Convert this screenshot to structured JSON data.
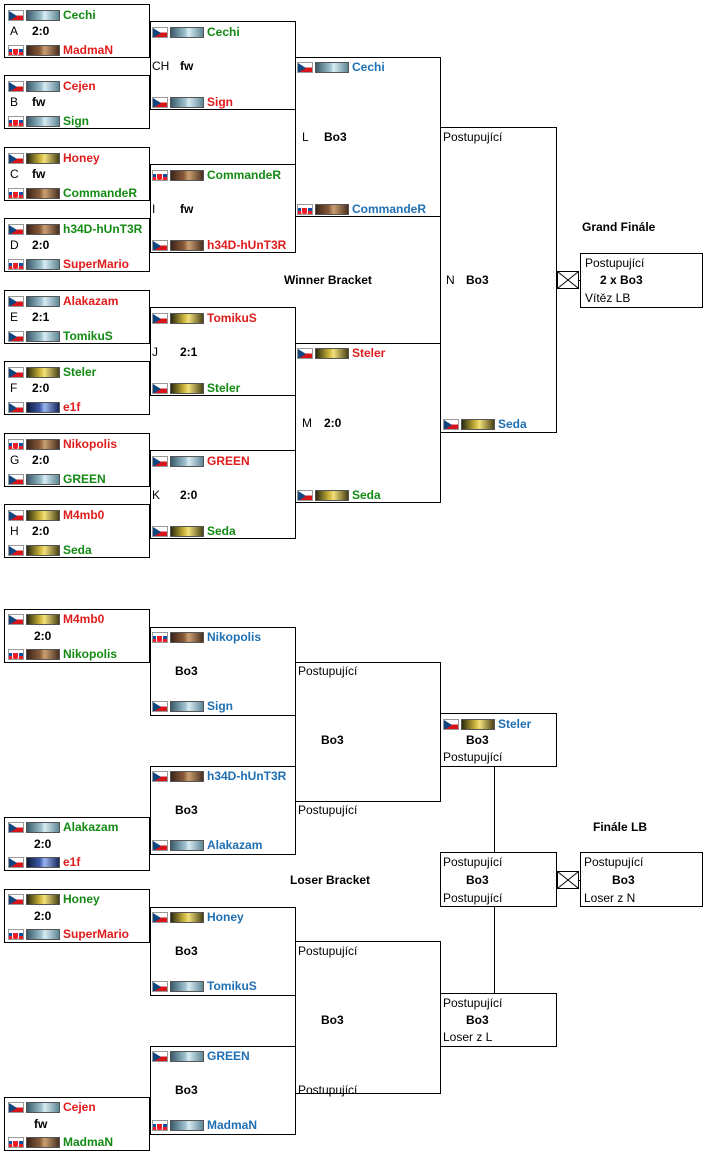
{
  "titles": {
    "grand_finale": "Grand Finále",
    "winner_bracket": "Winner Bracket",
    "loser_bracket": "Loser Bracket",
    "finale_lb": "Finále LB"
  },
  "wb_r1": [
    {
      "letter": "A",
      "score": "2:0",
      "p1": {
        "name": "Cechi",
        "flag": "cz",
        "race": "terran",
        "color": "green"
      },
      "p2": {
        "name": "MadmaN",
        "flag": "sk",
        "race": "zerg",
        "color": "red"
      }
    },
    {
      "letter": "B",
      "score": "fw",
      "p1": {
        "name": "Cejen",
        "flag": "cz",
        "race": "terran",
        "color": "red"
      },
      "p2": {
        "name": "Sign",
        "flag": "sk",
        "race": "terran",
        "color": "green"
      }
    },
    {
      "letter": "C",
      "score": "fw",
      "p1": {
        "name": "Honey",
        "flag": "cz",
        "race": "protoss",
        "color": "red"
      },
      "p2": {
        "name": "CommandeR",
        "flag": "sk",
        "race": "zerg",
        "color": "green"
      }
    },
    {
      "letter": "D",
      "score": "2:0",
      "p1": {
        "name": "h34D-hUnT3R",
        "flag": "cz",
        "race": "zerg",
        "color": "green"
      },
      "p2": {
        "name": "SuperMario",
        "flag": "sk",
        "race": "terran",
        "color": "red"
      }
    },
    {
      "letter": "E",
      "score": "2:1",
      "p1": {
        "name": "Alakazam",
        "flag": "cz",
        "race": "terran",
        "color": "red"
      },
      "p2": {
        "name": "TomikuS",
        "flag": "cz",
        "race": "terran",
        "color": "green"
      }
    },
    {
      "letter": "F",
      "score": "2:0",
      "p1": {
        "name": "Steler",
        "flag": "cz",
        "race": "protoss",
        "color": "green"
      },
      "p2": {
        "name": "e1f",
        "flag": "cz",
        "race": "random",
        "color": "red"
      }
    },
    {
      "letter": "G",
      "score": "2:0",
      "p1": {
        "name": "Nikopolis",
        "flag": "sk",
        "race": "zerg",
        "color": "red"
      },
      "p2": {
        "name": "GREEN",
        "flag": "cz",
        "race": "terran",
        "color": "green"
      }
    },
    {
      "letter": "H",
      "score": "2:0",
      "p1": {
        "name": "M4mb0",
        "flag": "cz",
        "race": "protoss",
        "color": "red"
      },
      "p2": {
        "name": "Seda",
        "flag": "cz",
        "race": "protoss",
        "color": "green"
      }
    }
  ],
  "wb_r2": [
    {
      "letter": "CH",
      "score": "fw",
      "p1": {
        "name": "Cechi",
        "flag": "cz",
        "race": "terran",
        "color": "green"
      },
      "p2": {
        "name": "Sign",
        "flag": "cz",
        "race": "terran",
        "color": "red"
      }
    },
    {
      "letter": "I",
      "score": "fw",
      "p1": {
        "name": "CommandeR",
        "flag": "sk",
        "race": "zerg",
        "color": "green"
      },
      "p2": {
        "name": "h34D-hUnT3R",
        "flag": "cz",
        "race": "zerg",
        "color": "red"
      }
    },
    {
      "letter": "J",
      "score": "2:1",
      "p1": {
        "name": "TomikuS",
        "flag": "cz",
        "race": "protoss",
        "color": "red"
      },
      "p2": {
        "name": "Steler",
        "flag": "cz",
        "race": "protoss",
        "color": "green"
      }
    },
    {
      "letter": "K",
      "score": "2:0",
      "p1": {
        "name": "GREEN",
        "flag": "cz",
        "race": "terran",
        "color": "red"
      },
      "p2": {
        "name": "Seda",
        "flag": "cz",
        "race": "protoss",
        "color": "green"
      }
    }
  ],
  "wb_r3": [
    {
      "letter": "L",
      "score": "Bo3",
      "p1": {
        "name": "Cechi",
        "flag": "cz",
        "race": "terran",
        "color": "blue"
      },
      "p2": {
        "name": "CommandeR",
        "flag": "sk",
        "race": "zerg",
        "color": "blue"
      }
    },
    {
      "letter": "M",
      "score": "2:0",
      "p1": {
        "name": "Steler",
        "flag": "cz",
        "race": "protoss",
        "color": "red"
      },
      "p2": {
        "name": "Seda",
        "flag": "cz",
        "race": "protoss",
        "color": "green"
      }
    }
  ],
  "wb_r4": {
    "letter": "N",
    "score": "Bo3",
    "p1_text": "Postupující",
    "p2": {
      "name": "Seda",
      "flag": "cz",
      "race": "protoss",
      "color": "blue"
    }
  },
  "grand_final_box": {
    "line1": "Postupující",
    "line2": "2 x Bo3",
    "line3": "Vítěz LB"
  },
  "lb_r1": [
    {
      "score": "2:0",
      "p1": {
        "name": "M4mb0",
        "flag": "cz",
        "race": "protoss",
        "color": "red"
      },
      "p2": {
        "name": "Nikopolis",
        "flag": "sk",
        "race": "zerg",
        "color": "green"
      }
    },
    {
      "score": "2:0",
      "p1": {
        "name": "Alakazam",
        "flag": "cz",
        "race": "terran",
        "color": "green"
      },
      "p2": {
        "name": "e1f",
        "flag": "cz",
        "race": "random",
        "color": "red"
      }
    },
    {
      "score": "2:0",
      "p1": {
        "name": "Honey",
        "flag": "cz",
        "race": "protoss",
        "color": "green"
      },
      "p2": {
        "name": "SuperMario",
        "flag": "sk",
        "race": "terran",
        "color": "red"
      }
    },
    {
      "score": "fw",
      "p1": {
        "name": "Cejen",
        "flag": "cz",
        "race": "terran",
        "color": "red"
      },
      "p2": {
        "name": "MadmaN",
        "flag": "sk",
        "race": "zerg",
        "color": "green"
      }
    }
  ],
  "lb_r2": [
    {
      "score": "Bo3",
      "p1": {
        "name": "Nikopolis",
        "flag": "sk",
        "race": "zerg",
        "color": "blue"
      },
      "p2": {
        "name": "Sign",
        "flag": "cz",
        "race": "terran",
        "color": "blue"
      },
      "side": "Postupující"
    },
    {
      "score": "Bo3",
      "p1": {
        "name": "h34D-hUnT3R",
        "flag": "cz",
        "race": "zerg",
        "color": "blue"
      },
      "p2": {
        "name": "Alakazam",
        "flag": "cz",
        "race": "terran",
        "color": "blue"
      },
      "side": "Postupující"
    },
    {
      "score": "Bo3",
      "p1": {
        "name": "Honey",
        "flag": "cz",
        "race": "protoss",
        "color": "blue"
      },
      "p2": {
        "name": "TomikuS",
        "flag": "cz",
        "race": "terran",
        "color": "blue"
      },
      "side": "Postupující"
    },
    {
      "score": "Bo3",
      "p1": {
        "name": "GREEN",
        "flag": "cz",
        "race": "terran",
        "color": "blue"
      },
      "p2": {
        "name": "MadmaN",
        "flag": "sk",
        "race": "terran",
        "color": "blue"
      },
      "side": "Postupující"
    }
  ],
  "lb_r3_labels": [
    "Bo3",
    "Bo3"
  ],
  "lb_r3_top": {
    "player": {
      "name": "Steler",
      "flag": "cz",
      "race": "protoss",
      "color": "blue"
    },
    "line2": "Bo3",
    "line3": "Postupující"
  },
  "lb_r3_mid": {
    "line1": "Postupující",
    "line2": "Bo3",
    "line3": "Postupující"
  },
  "lb_r3_bot": {
    "line1": "Postupující",
    "line2": "Bo3",
    "line3": "Loser z L"
  },
  "lb_final_box": {
    "line1": "Postupující",
    "line2": "Bo3",
    "line3": "Loser z N"
  }
}
